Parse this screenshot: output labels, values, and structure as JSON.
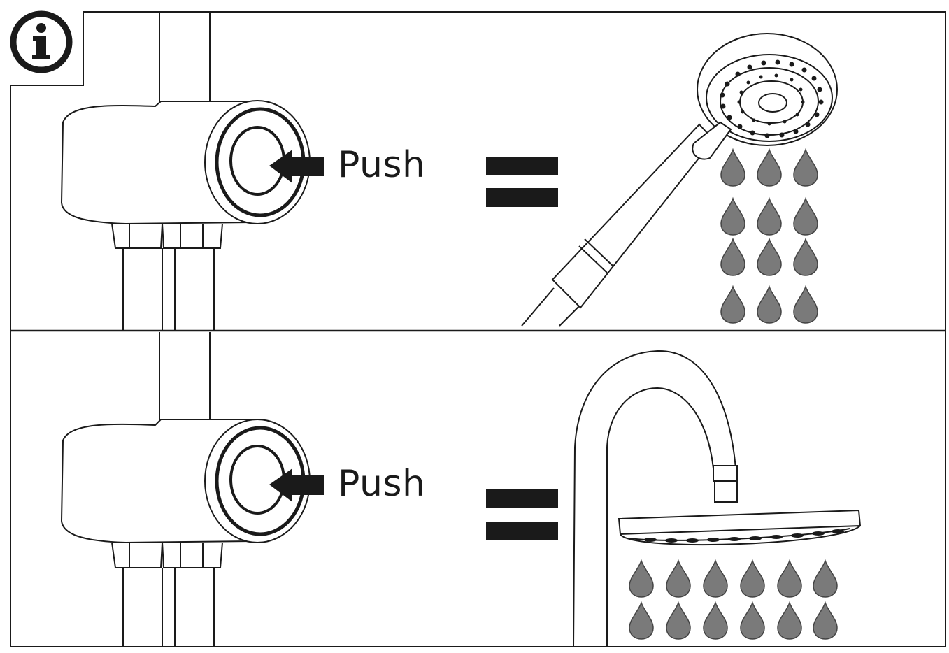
{
  "panels": [
    {
      "id": "hand-shower-panel",
      "action_label": "Push",
      "result": "hand-shower-icon",
      "drop_count": 12
    },
    {
      "id": "overhead-shower-panel",
      "action_label": "Push",
      "result": "overhead-shower-icon",
      "drop_count": 12
    }
  ],
  "icons": {
    "info": "info-icon",
    "equals": "equals-icon",
    "arrow": "push-arrow-icon",
    "drop": "water-drop-icon"
  },
  "colors": {
    "line": "#1a1a1a",
    "drop_fill": "#7a7a7a",
    "background": "#ffffff"
  }
}
